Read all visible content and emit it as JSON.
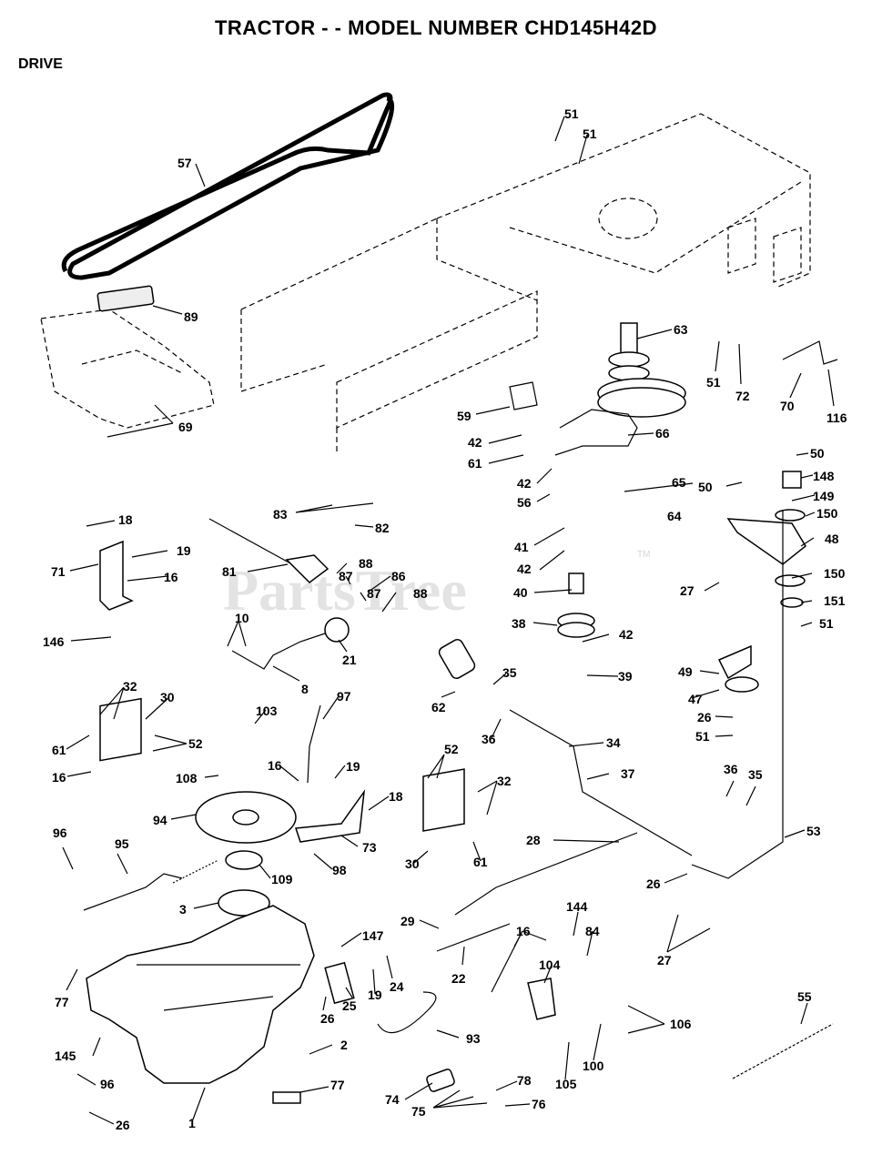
{
  "header": {
    "title": "TRACTOR - - MODEL NUMBER CHD145H42D",
    "section": "DRIVE"
  },
  "watermark": {
    "text": "PartsTree",
    "tm": "TM"
  },
  "callouts": [
    {
      "id": "c57",
      "text": "57"
    },
    {
      "id": "c51a",
      "text": "51"
    },
    {
      "id": "c51b",
      "text": "51"
    },
    {
      "id": "c89",
      "text": "89"
    },
    {
      "id": "c69",
      "text": "69"
    },
    {
      "id": "c63",
      "text": "63"
    },
    {
      "id": "c51c",
      "text": "51"
    },
    {
      "id": "c72",
      "text": "72"
    },
    {
      "id": "c70",
      "text": "70"
    },
    {
      "id": "c116",
      "text": "116"
    },
    {
      "id": "c59",
      "text": "59"
    },
    {
      "id": "c66",
      "text": "66"
    },
    {
      "id": "c42a",
      "text": "42"
    },
    {
      "id": "c61a",
      "text": "61"
    },
    {
      "id": "c42b",
      "text": "42"
    },
    {
      "id": "c56",
      "text": "56"
    },
    {
      "id": "c65",
      "text": "65"
    },
    {
      "id": "c50a",
      "text": "50"
    },
    {
      "id": "c148",
      "text": "148"
    },
    {
      "id": "c50b",
      "text": "50"
    },
    {
      "id": "c149",
      "text": "149"
    },
    {
      "id": "c150a",
      "text": "150"
    },
    {
      "id": "c83",
      "text": "83"
    },
    {
      "id": "c82",
      "text": "82"
    },
    {
      "id": "c64",
      "text": "64"
    },
    {
      "id": "c18a",
      "text": "18"
    },
    {
      "id": "c19a",
      "text": "19"
    },
    {
      "id": "c41",
      "text": "41"
    },
    {
      "id": "c48",
      "text": "48"
    },
    {
      "id": "c71",
      "text": "71"
    },
    {
      "id": "c16a",
      "text": "16"
    },
    {
      "id": "c81",
      "text": "81"
    },
    {
      "id": "c88a",
      "text": "88"
    },
    {
      "id": "c87a",
      "text": "87"
    },
    {
      "id": "c86",
      "text": "86"
    },
    {
      "id": "c87b",
      "text": "87"
    },
    {
      "id": "c88b",
      "text": "88"
    },
    {
      "id": "c42c",
      "text": "42"
    },
    {
      "id": "c27a",
      "text": "27"
    },
    {
      "id": "c150b",
      "text": "150"
    },
    {
      "id": "c40",
      "text": "40"
    },
    {
      "id": "c151",
      "text": "151"
    },
    {
      "id": "c146",
      "text": "146"
    },
    {
      "id": "c10",
      "text": "10"
    },
    {
      "id": "c38",
      "text": "38"
    },
    {
      "id": "c42d",
      "text": "42"
    },
    {
      "id": "c51d",
      "text": "51"
    },
    {
      "id": "c21",
      "text": "21"
    },
    {
      "id": "c8",
      "text": "8"
    },
    {
      "id": "c39",
      "text": "39"
    },
    {
      "id": "c49",
      "text": "49"
    },
    {
      "id": "c35a",
      "text": "35"
    },
    {
      "id": "c32a",
      "text": "32"
    },
    {
      "id": "c30a",
      "text": "30"
    },
    {
      "id": "c97",
      "text": "97"
    },
    {
      "id": "c62",
      "text": "62"
    },
    {
      "id": "c47",
      "text": "47"
    },
    {
      "id": "c103",
      "text": "103"
    },
    {
      "id": "c26a",
      "text": "26"
    },
    {
      "id": "c61b",
      "text": "61"
    },
    {
      "id": "c52a",
      "text": "52"
    },
    {
      "id": "c36a",
      "text": "36"
    },
    {
      "id": "c51e",
      "text": "51"
    },
    {
      "id": "c34",
      "text": "34"
    },
    {
      "id": "c16b",
      "text": "16"
    },
    {
      "id": "c19b",
      "text": "19"
    },
    {
      "id": "c16c",
      "text": "16"
    },
    {
      "id": "c108",
      "text": "108"
    },
    {
      "id": "c52b",
      "text": "52"
    },
    {
      "id": "c37",
      "text": "37"
    },
    {
      "id": "c36b",
      "text": "36"
    },
    {
      "id": "c35b",
      "text": "35"
    },
    {
      "id": "c32b",
      "text": "32"
    },
    {
      "id": "c18b",
      "text": "18"
    },
    {
      "id": "c94",
      "text": "94"
    },
    {
      "id": "c96a",
      "text": "96"
    },
    {
      "id": "c73",
      "text": "73"
    },
    {
      "id": "c53",
      "text": "53"
    },
    {
      "id": "c95",
      "text": "95"
    },
    {
      "id": "c30b",
      "text": "30"
    },
    {
      "id": "c61c",
      "text": "61"
    },
    {
      "id": "c28",
      "text": "28"
    },
    {
      "id": "c98",
      "text": "98"
    },
    {
      "id": "c109",
      "text": "109"
    },
    {
      "id": "c26b",
      "text": "26"
    },
    {
      "id": "c3",
      "text": "3"
    },
    {
      "id": "c29",
      "text": "29"
    },
    {
      "id": "c144",
      "text": "144"
    },
    {
      "id": "c16d",
      "text": "16"
    },
    {
      "id": "c84",
      "text": "84"
    },
    {
      "id": "c147",
      "text": "147"
    },
    {
      "id": "c27b",
      "text": "27"
    },
    {
      "id": "c104",
      "text": "104"
    },
    {
      "id": "c22",
      "text": "22"
    },
    {
      "id": "c24",
      "text": "24"
    },
    {
      "id": "c77a",
      "text": "77"
    },
    {
      "id": "c55",
      "text": "55"
    },
    {
      "id": "c26c",
      "text": "26"
    },
    {
      "id": "c25",
      "text": "25"
    },
    {
      "id": "c19c",
      "text": "19"
    },
    {
      "id": "c106",
      "text": "106"
    },
    {
      "id": "c93",
      "text": "93"
    },
    {
      "id": "c145",
      "text": "145"
    },
    {
      "id": "c2",
      "text": "2"
    },
    {
      "id": "c100",
      "text": "100"
    },
    {
      "id": "c105",
      "text": "105"
    },
    {
      "id": "c96b",
      "text": "96"
    },
    {
      "id": "c77b",
      "text": "77"
    },
    {
      "id": "c78",
      "text": "78"
    },
    {
      "id": "c74",
      "text": "74"
    },
    {
      "id": "c76",
      "text": "76"
    },
    {
      "id": "c75",
      "text": "75"
    },
    {
      "id": "c1",
      "text": "1"
    },
    {
      "id": "c26d",
      "text": "26"
    }
  ]
}
